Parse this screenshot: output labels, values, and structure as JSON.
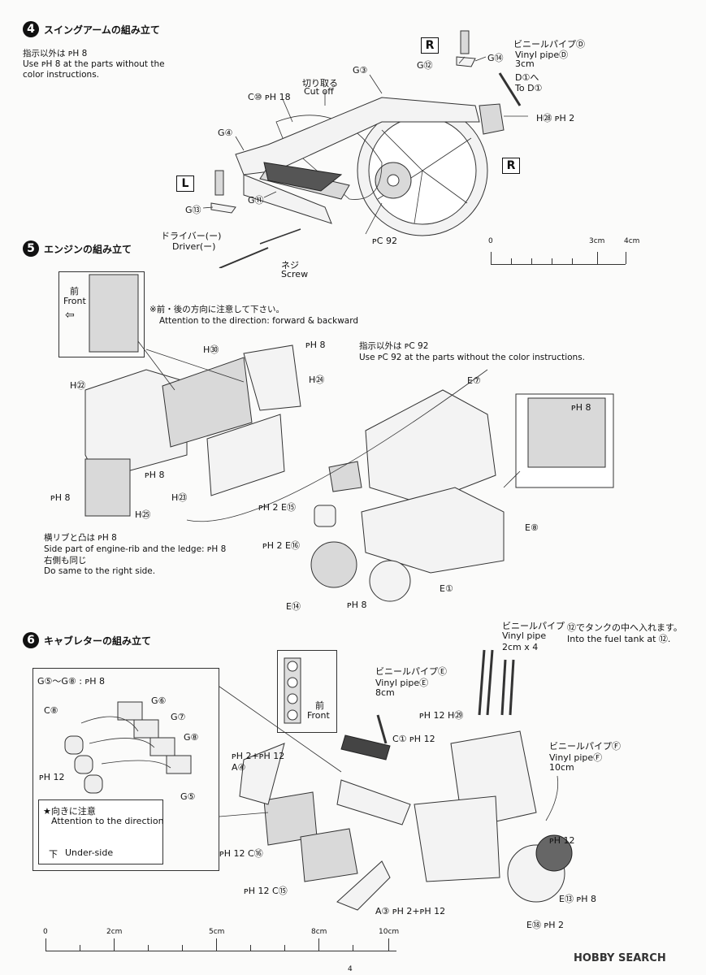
{
  "step4": {
    "number": "4",
    "title": "スイングアームの組み立て",
    "note_jp": "指示以外は ᴘH 8",
    "note_en_1": "Use ᴘH 8 at the parts without the",
    "note_en_2": "color instructions.",
    "labels": {
      "g3": "G③",
      "c10": "C⑩ ᴘH 18",
      "cut_jp": "切り取る",
      "cut_en": "Cut off",
      "g4": "G④",
      "g11": "G⑪",
      "g13": "G⑬",
      "g12": "G⑫",
      "g14": "G⑭",
      "driver_jp": "ドライバー(ー)",
      "driver_en": "Driver(ー)",
      "screw_jp": "ネジ",
      "screw_en": "Screw",
      "pc92": "ᴘC 92",
      "h28": "H㉘ ᴘH 2",
      "vinyl_d_jp": "ビニールパイプⒹ",
      "vinyl_d_en": "Vinyl pipeⒹ",
      "vinyl_d_len": "3cm",
      "to_d1_jp": "D①へ",
      "to_d1_en": "To D①",
      "badge_l": "L",
      "badge_r": "R"
    }
  },
  "scale_top": {
    "labels": [
      "0",
      "3cm",
      "4cm"
    ]
  },
  "step5": {
    "number": "5",
    "title": "エンジンの組み立て",
    "front_jp": "前",
    "front_en": "Front",
    "attention_jp": "※前・後の方向に注意して下さい。",
    "attention_en": "Attention to the direction: forward & backward",
    "note_jp": "指示以外は ᴘC 92",
    "note_en": "Use ᴘC 92 at the parts without the color instructions.",
    "labels": {
      "h30": "H㉚",
      "ph8a": "ᴘH 8",
      "h24": "H㉔",
      "h22": "H㉒",
      "ph8b": "ᴘH 8",
      "ph8c": "ᴘH 8",
      "h23": "H㉓",
      "h25": "H㉕",
      "e7": "E⑦",
      "ph8d": "ᴘH 8",
      "e15": "ᴘH 2 E⑮",
      "e16": "ᴘH 2 E⑯",
      "e8": "E⑧",
      "e1": "E①",
      "e14": "E⑭",
      "ph8e": "ᴘH 8"
    },
    "rib_jp": "横リブと凸は ᴘH 8",
    "rib_en": "Side part of engine-rib and the ledge: ᴘH 8",
    "same_jp": "右側も同じ",
    "same_en": "Do same to the right side."
  },
  "step6": {
    "number": "6",
    "title": "キャブレターの組み立て",
    "note_g": "G⑤～G⑧ : ᴘH 8",
    "labels": {
      "c8": "C⑧",
      "g6": "G⑥",
      "g7": "G⑦",
      "g8": "G⑧",
      "g5": "G⑤",
      "ph12": "ᴘH 12",
      "front_jp": "前",
      "front_en": "Front",
      "vinyl_e_jp": "ビニールパイプⒺ",
      "vinyl_e_en": "Vinyl pipeⒺ",
      "vinyl_e_len": "8cm",
      "c1": "C① ᴘH 12",
      "a4_paint": "ᴘH 2+ᴘH 12",
      "a4": "A④",
      "c16": "ᴘH 12 C⑯",
      "c15": "ᴘH 12 C⑮",
      "a3": "A③ ᴘH 2+ᴘH 12",
      "h29": "ᴘH 12 H㉙",
      "vinyl_jp": "ビニールパイプ",
      "vinyl_en": "Vinyl pipe",
      "vinyl_len": "2cm x 4",
      "tank_jp": "⑫でタンクの中へ入れます。",
      "tank_en": "Into the fuel tank at ⑫.",
      "vinyl_f_jp": "ビニールパイプⒻ",
      "vinyl_f_en": "Vinyl pipeⒻ",
      "vinyl_f_len": "10cm",
      "ph12b": "ᴘH 12",
      "e13": "E⑬ ᴘH 8",
      "e18": "E⑱ ᴘH 2"
    },
    "direction_jp": "★向きに注意",
    "direction_en": "Attention to the direction",
    "underside_jp": "下",
    "underside_en": "Under-side"
  },
  "scale_bottom": {
    "labels": [
      "0",
      "2cm",
      "5cm",
      "8cm",
      "10cm"
    ]
  },
  "page_number": "4",
  "watermark": "HOBBY SEARCH"
}
